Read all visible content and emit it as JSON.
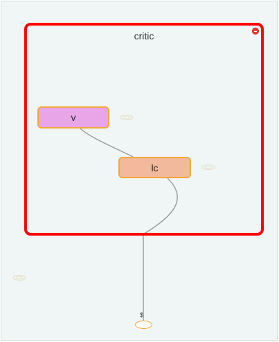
{
  "group": {
    "title": "critic"
  },
  "nodes": {
    "v": "v",
    "lc": "lc"
  },
  "edges": {
    "v_to_lc": "",
    "lc_to_sink": "",
    "sink_entry": ""
  },
  "sink": {
    "label": "$"
  },
  "colors": {
    "group_border": "#ff0000",
    "node_v_fill": "#e8a6e8",
    "node_lc_fill": "#f3b99c",
    "node_border": "#f4a63a",
    "collapse_button": "#ff3b30"
  },
  "icons": {
    "collapse": "collapse-minus-icon",
    "node_hint": "ghost-hint-icon"
  }
}
